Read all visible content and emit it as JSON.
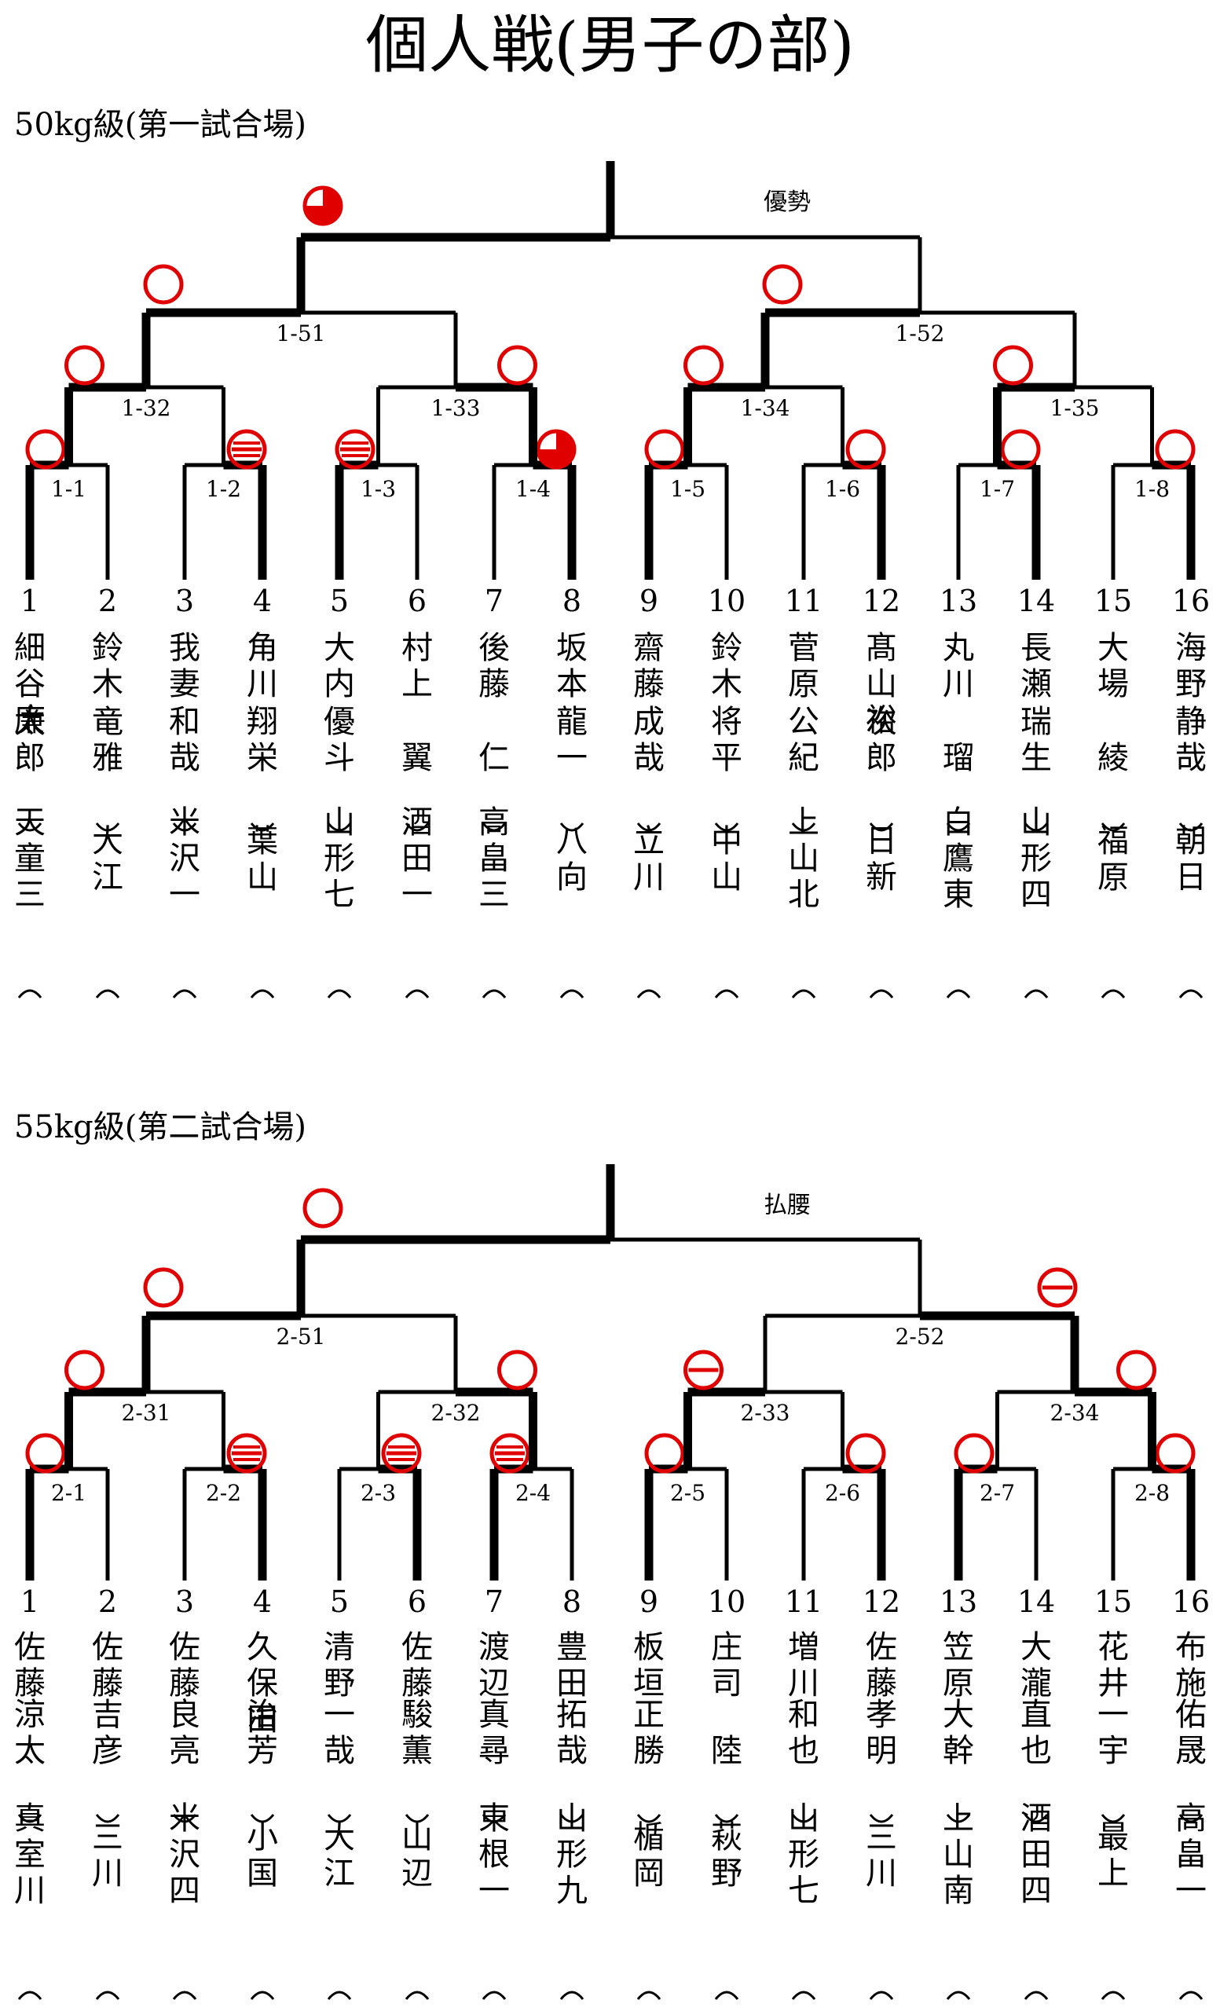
{
  "title": "個人戦(男子の部)",
  "colors": {
    "line": "#000000",
    "mark": "#e00000"
  },
  "divisions": [
    {
      "title": "50kg級(第一試合場)",
      "technique": "優勢",
      "labels": {
        "r1": [
          "1-1",
          "1-2",
          "1-3",
          "1-4",
          "1-5",
          "1-6",
          "1-7",
          "1-8"
        ],
        "r2": [
          "1-32",
          "1-33",
          "1-34",
          "1-35"
        ],
        "r3": [
          "1-51",
          "1-52"
        ]
      },
      "players": [
        {
          "seed": "1",
          "surname": "細谷廉",
          "given": "太郎",
          "school": "天童三"
        },
        {
          "seed": "2",
          "surname": "鈴木",
          "given": "竜雅",
          "school": "大江"
        },
        {
          "seed": "3",
          "surname": "我妻",
          "given": "和哉",
          "school": "米沢一"
        },
        {
          "seed": "4",
          "surname": "角川",
          "given": "翔栄",
          "school": "葉山"
        },
        {
          "seed": "5",
          "surname": "大内",
          "given": "優斗",
          "school": "山形七"
        },
        {
          "seed": "6",
          "surname": "村上",
          "given": "翼",
          "school": "酒田一"
        },
        {
          "seed": "7",
          "surname": "後藤",
          "given": "仁",
          "school": "高畠三"
        },
        {
          "seed": "8",
          "surname": "坂本",
          "given": "龍一",
          "school": "八向"
        },
        {
          "seed": "9",
          "surname": "齋藤",
          "given": "成哉",
          "school": "立川"
        },
        {
          "seed": "10",
          "surname": "鈴木",
          "given": "将平",
          "school": "中山"
        },
        {
          "seed": "11",
          "surname": "菅原",
          "given": "公紀",
          "school": "上山北"
        },
        {
          "seed": "12",
          "surname": "髙山裕",
          "given": "次郎",
          "school": "日新"
        },
        {
          "seed": "13",
          "surname": "丸川",
          "given": "瑠",
          "school": "白鷹東"
        },
        {
          "seed": "14",
          "surname": "長瀬",
          "given": "瑞生",
          "school": "山形四"
        },
        {
          "seed": "15",
          "surname": "大場",
          "given": "綾",
          "school": "福原"
        },
        {
          "seed": "16",
          "surname": "海野",
          "given": "静哉",
          "school": "朝日"
        }
      ]
    },
    {
      "title": "55kg級(第二試合場)",
      "technique": "払腰",
      "labels": {
        "r1": [
          "2-1",
          "2-2",
          "2-3",
          "2-4",
          "2-5",
          "2-6",
          "2-7",
          "2-8"
        ],
        "r2": [
          "2-31",
          "2-32",
          "2-33",
          "2-34"
        ],
        "r3": [
          "2-51",
          "2-52"
        ]
      },
      "players": [
        {
          "seed": "1",
          "surname": "佐藤",
          "given": "涼太",
          "school": "真室川"
        },
        {
          "seed": "2",
          "surname": "佐藤",
          "given": "吉彦",
          "school": "三川"
        },
        {
          "seed": "3",
          "surname": "佐藤",
          "given": "良亮",
          "school": "米沢四"
        },
        {
          "seed": "4",
          "surname": "久保田",
          "given": "治芳",
          "school": "小国"
        },
        {
          "seed": "5",
          "surname": "清野",
          "given": "一哉",
          "school": "大江"
        },
        {
          "seed": "6",
          "surname": "佐藤",
          "given": "駿薫",
          "school": "山辺"
        },
        {
          "seed": "7",
          "surname": "渡辺",
          "given": "真尋",
          "school": "東根一"
        },
        {
          "seed": "8",
          "surname": "豊田",
          "given": "拓哉",
          "school": "山形九"
        },
        {
          "seed": "9",
          "surname": "板垣",
          "given": "正勝",
          "school": "楯岡"
        },
        {
          "seed": "10",
          "surname": "庄司",
          "given": "陸",
          "school": "萩野"
        },
        {
          "seed": "11",
          "surname": "増川",
          "given": "和也",
          "school": "山形七"
        },
        {
          "seed": "12",
          "surname": "佐藤",
          "given": "孝明",
          "school": "三川"
        },
        {
          "seed": "13",
          "surname": "笠原",
          "given": "大幹",
          "school": "上山南"
        },
        {
          "seed": "14",
          "surname": "大瀧",
          "given": "直也",
          "school": "酒田四"
        },
        {
          "seed": "15",
          "surname": "花井",
          "given": "一宇",
          "school": "最上"
        },
        {
          "seed": "16",
          "surname": "布施",
          "given": "佑晟",
          "school": "高畠一"
        }
      ]
    }
  ]
}
